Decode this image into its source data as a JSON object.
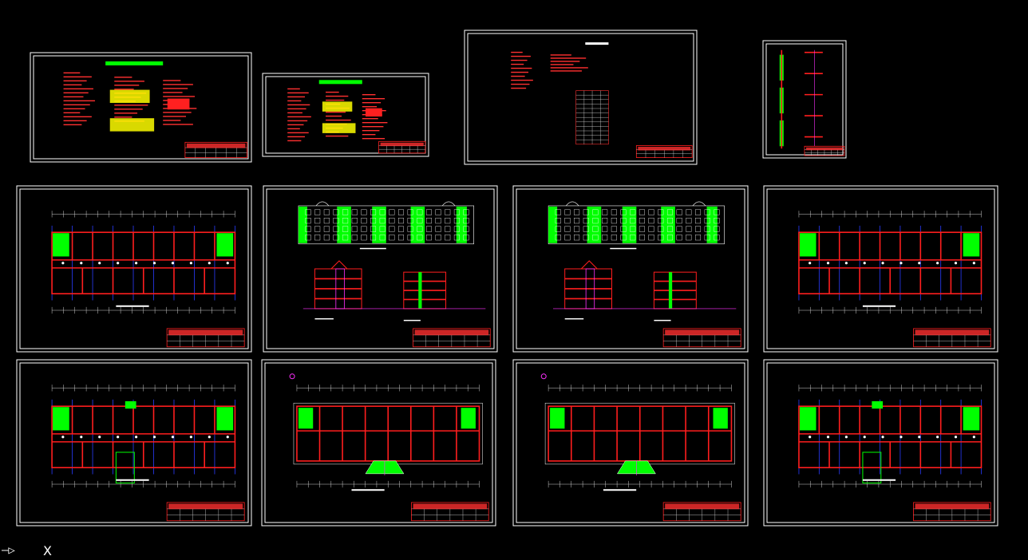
{
  "viewport": {
    "background": "#000000",
    "ucs_arrow_glyph": "—▷",
    "ucs_label": "X"
  },
  "colors": {
    "frame": "#ffffff",
    "wall": "#ff1e1e",
    "grid": "#2a3cff",
    "highlight": "#00ff00",
    "annotation": "#ff30ff",
    "text_red": "#ff3030"
  },
  "sheets": [
    {
      "id": "sheet-design-notes-1",
      "kind": "notes"
    },
    {
      "id": "sheet-design-notes-2",
      "kind": "notes"
    },
    {
      "id": "sheet-door-window-schedule",
      "kind": "schedule"
    },
    {
      "id": "sheet-wall-section-detail",
      "kind": "detail"
    },
    {
      "id": "sheet-floor-plan-a",
      "kind": "plan"
    },
    {
      "id": "sheet-elevation-section-a",
      "kind": "elevation"
    },
    {
      "id": "sheet-elevation-section-b",
      "kind": "elevation"
    },
    {
      "id": "sheet-floor-plan-b",
      "kind": "plan"
    },
    {
      "id": "sheet-floor-plan-c",
      "kind": "plan"
    },
    {
      "id": "sheet-ground-floor-plan-a",
      "kind": "plan2"
    },
    {
      "id": "sheet-ground-floor-plan-b",
      "kind": "plan2"
    },
    {
      "id": "sheet-floor-plan-d",
      "kind": "plan"
    }
  ]
}
